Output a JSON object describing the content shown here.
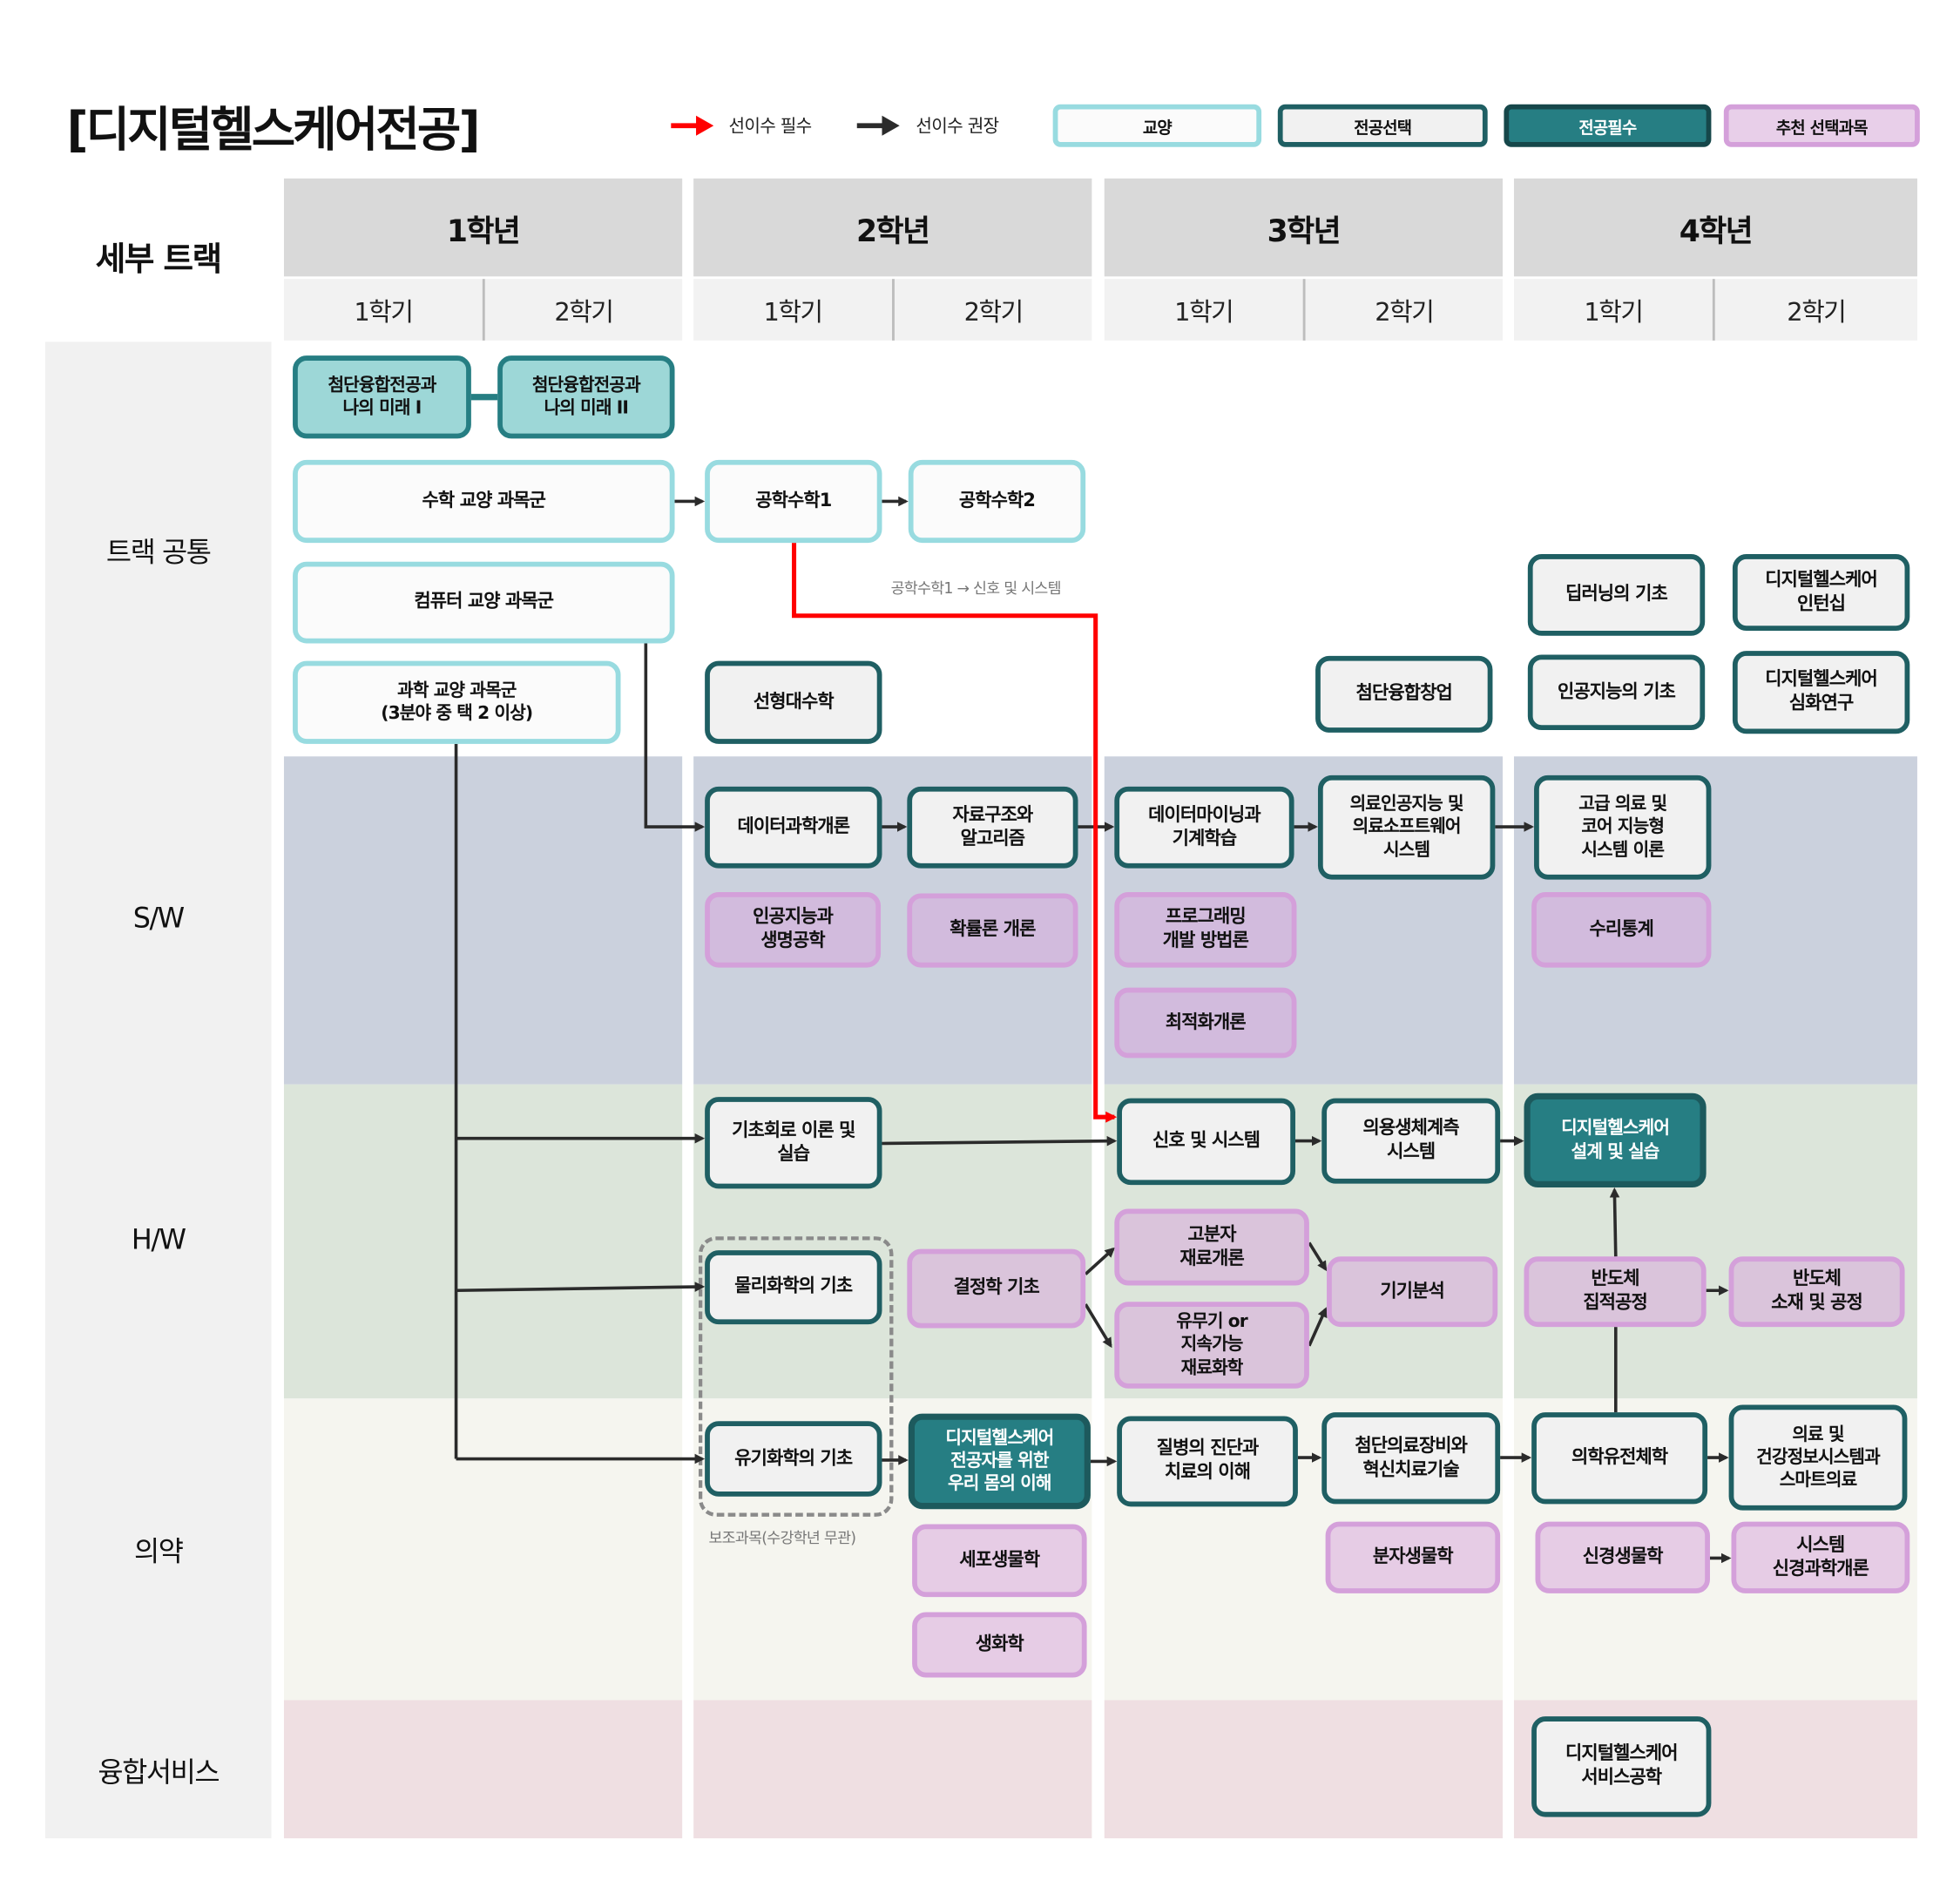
{
  "title": "[디지털헬스케어전공]",
  "legend": {
    "required_prereq": "선이수 필수",
    "recommended_prereq": "선이수 권장",
    "types": [
      {
        "key": "g",
        "label": "교양"
      },
      {
        "key": "s",
        "label": "전공선택"
      },
      {
        "key": "r",
        "label": "전공필수"
      },
      {
        "key": "p",
        "label": "추천 선택과목"
      }
    ]
  },
  "colors": {
    "required_arrow": "#ff0000",
    "recommended_arrow": "#2b2b2b",
    "general_border": "#98dbe0",
    "elective_border": "#1f5f63",
    "required_fill": "#267e83",
    "recommended_border": "#d4a0da"
  },
  "header": {
    "track_header": "세부 트랙",
    "years": [
      "1학년",
      "2학년",
      "3학년",
      "4학년"
    ],
    "semesters": [
      "1학기",
      "2학기",
      "1학기",
      "2학기",
      "1학기",
      "2학기",
      "1학기",
      "2학기"
    ]
  },
  "tracks": [
    "트랙 공통",
    "S/W",
    "H/W",
    "의약",
    "융합서비스"
  ],
  "notes": {
    "math_note": "공학수학1 → 신호 및 시스템",
    "aux_note": "보조과목(수강학년 무관)"
  },
  "courses": {
    "fut1": {
      "label": "첨단융합전공과\n나의 미래 I",
      "type": "f"
    },
    "fut2": {
      "label": "첨단융합전공과\n나의 미래 II",
      "type": "f"
    },
    "math_ge": {
      "label": "수학 교양 과목군",
      "type": "g"
    },
    "em1": {
      "label": "공학수학1",
      "type": "g"
    },
    "em2": {
      "label": "공학수학2",
      "type": "g"
    },
    "comp_ge": {
      "label": "컴퓨터 교양 과목군",
      "type": "g"
    },
    "sci_ge": {
      "label": "과학 교양 과목군\n(3분야 중 택 2 이상)",
      "type": "g"
    },
    "linalg": {
      "label": "선형대수학",
      "type": "s"
    },
    "startup": {
      "label": "첨단융합창업",
      "type": "s"
    },
    "dl": {
      "label": "딥러닝의 기초",
      "type": "s"
    },
    "ai": {
      "label": "인공지능의 기초",
      "type": "s"
    },
    "intern": {
      "label": "디지털헬스케어\n인턴십",
      "type": "s"
    },
    "research": {
      "label": "디지털헬스케어\n심화연구",
      "type": "s"
    },
    "ds": {
      "label": "데이터과학개론",
      "type": "s"
    },
    "dsa": {
      "label": "자료구조와\n알고리즘",
      "type": "s"
    },
    "dm": {
      "label": "데이터마이닝과\n기계학습",
      "type": "s"
    },
    "medai": {
      "label": "의료인공지능 및\n의료소프트웨어\n시스템",
      "type": "s"
    },
    "adv": {
      "label": "고급 의료 및\n코어 지능형\n시스템 이론",
      "type": "s"
    },
    "aibio": {
      "label": "인공지능과\n생명공학",
      "type": "p"
    },
    "prob": {
      "label": "확률론 개론",
      "type": "p"
    },
    "prog": {
      "label": "프로그래밍\n개발 방법론",
      "type": "p"
    },
    "opt": {
      "label": "최적화개론",
      "type": "p"
    },
    "mstat": {
      "label": "수리통계",
      "type": "p"
    },
    "circuit": {
      "label": "기초회로 이론 및\n실습",
      "type": "s"
    },
    "signal": {
      "label": "신호 및 시스템",
      "type": "s"
    },
    "biomeas": {
      "label": "의용생체계측\n시스템",
      "type": "s"
    },
    "design": {
      "label": "디지털헬스케어\n설계 및 실습",
      "type": "r"
    },
    "physchem": {
      "label": "물리화학의 기초",
      "type": "s"
    },
    "cryst": {
      "label": "결정학 기초",
      "type": "p"
    },
    "polymer": {
      "label": "고분자\n재료개론",
      "type": "p"
    },
    "inorg": {
      "label": "유무기 or\n지속가능\n재료화학",
      "type": "p"
    },
    "instr": {
      "label": "기기분석",
      "type": "p"
    },
    "semi1": {
      "label": "반도체\n집적공정",
      "type": "p"
    },
    "semi2": {
      "label": "반도체\n소재 및 공정",
      "type": "p"
    },
    "orgchem": {
      "label": "유기화학의 기초",
      "type": "s"
    },
    "body": {
      "label": "디지털헬스케어\n전공자를 위한\n우리 몸의 이해",
      "type": "r"
    },
    "disease": {
      "label": "질병의 진단과\n치료의 이해",
      "type": "s"
    },
    "equip": {
      "label": "첨단의료장비와\n혁신치료기술",
      "type": "s"
    },
    "genomics": {
      "label": "의학유전체학",
      "type": "s"
    },
    "hinfo": {
      "label": "의료 및\n건강정보시스템과\n스마트의료",
      "type": "s"
    },
    "cellbio": {
      "label": "세포생물학",
      "type": "p"
    },
    "biochem": {
      "label": "생화학",
      "type": "p"
    },
    "molbio": {
      "label": "분자생물학",
      "type": "p"
    },
    "neurobio": {
      "label": "신경생물학",
      "type": "p"
    },
    "sysneuro": {
      "label": "시스템\n신경과학개론",
      "type": "p"
    },
    "service": {
      "label": "디지털헬스케어\n서비스공학",
      "type": "s"
    }
  },
  "links": {
    "required": [
      [
        "em1",
        "signal"
      ]
    ],
    "recommended": [
      [
        "fut1",
        "fut2"
      ],
      [
        "math_ge",
        "em1"
      ],
      [
        "em1",
        "em2"
      ],
      [
        "comp_ge",
        "ds"
      ],
      [
        "sci_ge",
        "circuit"
      ],
      [
        "sci_ge",
        "physchem"
      ],
      [
        "sci_ge",
        "orgchem"
      ],
      [
        "ds",
        "dsa"
      ],
      [
        "dsa",
        "dm"
      ],
      [
        "dm",
        "medai"
      ],
      [
        "medai",
        "adv"
      ],
      [
        "circuit",
        "signal"
      ],
      [
        "signal",
        "biomeas"
      ],
      [
        "biomeas",
        "design"
      ],
      [
        "cryst",
        "polymer"
      ],
      [
        "cryst",
        "inorg"
      ],
      [
        "polymer",
        "instr"
      ],
      [
        "inorg",
        "instr"
      ],
      [
        "semi1",
        "semi2"
      ],
      [
        "semi1",
        "design"
      ],
      [
        "genomics",
        "semi1"
      ],
      [
        "orgchem",
        "body"
      ],
      [
        "body",
        "disease"
      ],
      [
        "disease",
        "equip"
      ],
      [
        "equip",
        "genomics"
      ],
      [
        "genomics",
        "hinfo"
      ],
      [
        "neurobio",
        "sysneuro"
      ]
    ]
  }
}
